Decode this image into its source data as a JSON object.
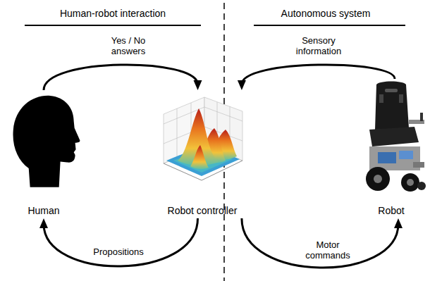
{
  "diagram": {
    "nodes": [
      {
        "text": [
          "Human"
        ]
      },
      {
        "text": [
          "Robot controller"
        ]
      },
      {
        "text": [
          "Robot"
        ]
      }
    ],
    "edges": [
      {
        "from": 0,
        "to": 1,
        "label": "Yes / No answers",
        "arrow": "to"
      },
      {
        "from": 1,
        "to": 0,
        "label": "Propositions",
        "arrow": "to"
      },
      {
        "from": 2,
        "to": 1,
        "label": "Sensory information",
        "arrow": "to"
      },
      {
        "from": 1,
        "to": 2,
        "label": "Motor commands",
        "arrow": "to"
      }
    ],
    "labels": [
      "Human-robot interaction",
      "Autonomous system"
    ]
  }
}
